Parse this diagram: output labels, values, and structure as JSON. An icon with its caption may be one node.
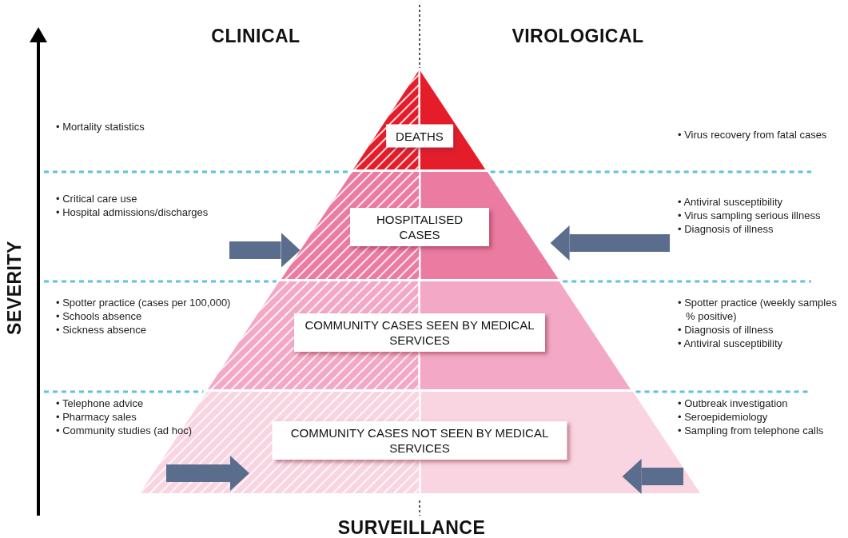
{
  "diagram": {
    "nodes": [
      {
        "text": [
          "DEATHS"
        ]
      },
      {
        "text": [
          "HOSPITALISED CASES"
        ]
      },
      {
        "text": [
          "COMMUNITY CASES SEEN BY MEDICAL SERVICES"
        ]
      },
      {
        "text": [
          "COMMUNITY CASES NOT SEEN BY MEDICAL SERVICES"
        ]
      }
    ],
    "edges": [
      {
        "from": null,
        "to": 1,
        "arrow": "to"
      },
      {
        "from": null,
        "to": 1,
        "arrow": "to"
      },
      {
        "from": null,
        "to": 3,
        "arrow": "to"
      },
      {
        "from": null,
        "to": 3,
        "arrow": "to"
      }
    ],
    "labels": [
      "CLINICAL",
      "VIROLOGICAL",
      "SEVERITY",
      "• Mortality statistics",
      "• Virus recovery from fatal cases",
      "• Critical care use",
      "• Hospital admissions/discharges",
      "• Antiviral susceptibility",
      "• Virus sampling serious illness",
      "• Diagnosis of illness",
      "• Spotter practice (cases per 100,000)",
      "• Schools absence",
      "• Sickness absence",
      "• Spotter practice (weekly samples % positive)",
      "• Diagnosis of illness",
      "• Antiviral susceptibility",
      "• Telephone advice",
      "• Pharmacy sales",
      "• Community studies (ad hoc)",
      "• Outbreak investigation",
      "• Seroepidemiology",
      "• Sampling from telephone calls",
      "SURVEILLANCE"
    ]
  }
}
